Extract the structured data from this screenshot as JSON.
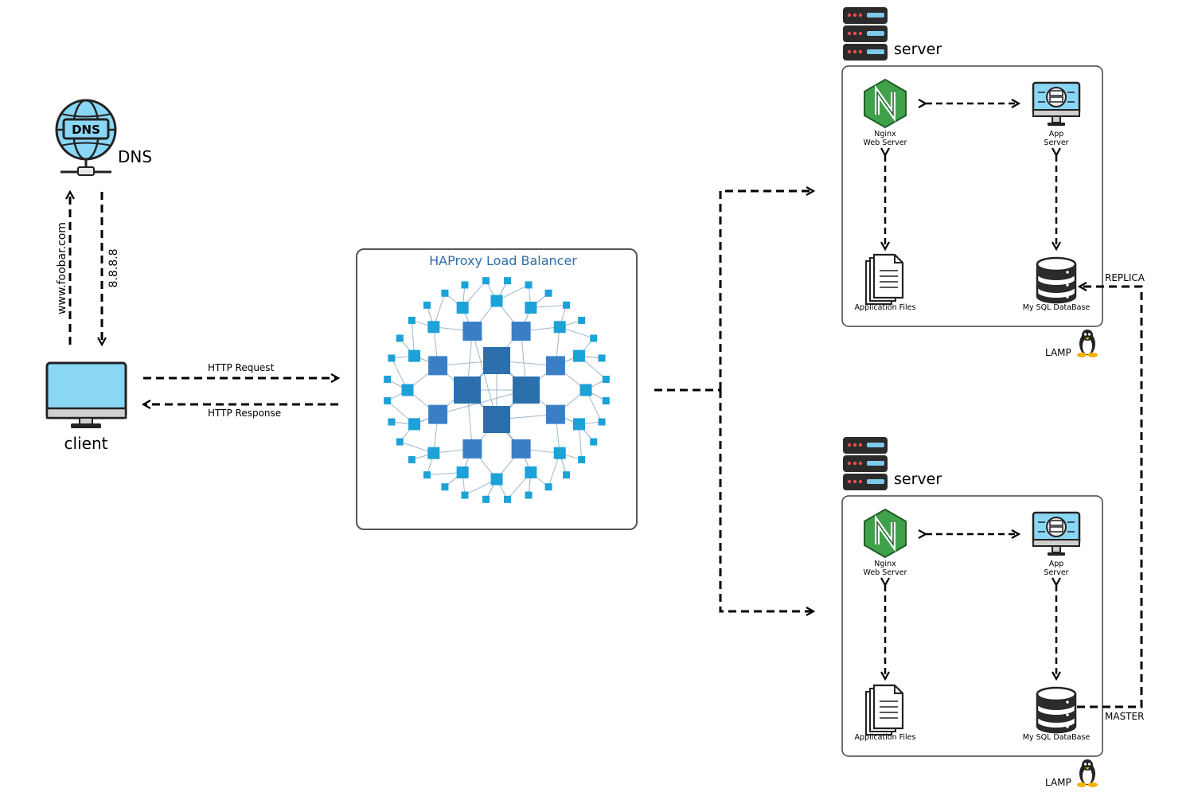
{
  "colors": {
    "accent": "#2e6ea6",
    "icon_fill": "#8ad7f5",
    "nginx_green": "#3fa14a",
    "node_dark": "#2b70ad",
    "node_mid": "#3a7fc6",
    "node_light": "#1ba2d8"
  },
  "dns": {
    "icon_text": "DNS",
    "label": "DNS",
    "query_label": "www.foobar.com",
    "answer_label": "8.8.8.8"
  },
  "client": {
    "label": "client"
  },
  "http": {
    "request_label": "HTTP Request",
    "response_label": "HTTP Response"
  },
  "load_balancer": {
    "title": "HAProxy Load Balancer"
  },
  "servers": [
    {
      "title": "server",
      "nginx_label": "Nginx\nWeb Server",
      "app_label": "App\nServer",
      "files_label": "Application Files",
      "db_label": "My SQL DataBase",
      "stack_label": "LAMP"
    },
    {
      "title": "server",
      "nginx_label": "Nginx\nWeb Server",
      "app_label": "App\nServer",
      "files_label": "Application Files",
      "db_label": "My SQL DataBase",
      "stack_label": "LAMP"
    }
  ],
  "replication": {
    "replica_label": "REPLICA",
    "master_label": "MASTER"
  }
}
